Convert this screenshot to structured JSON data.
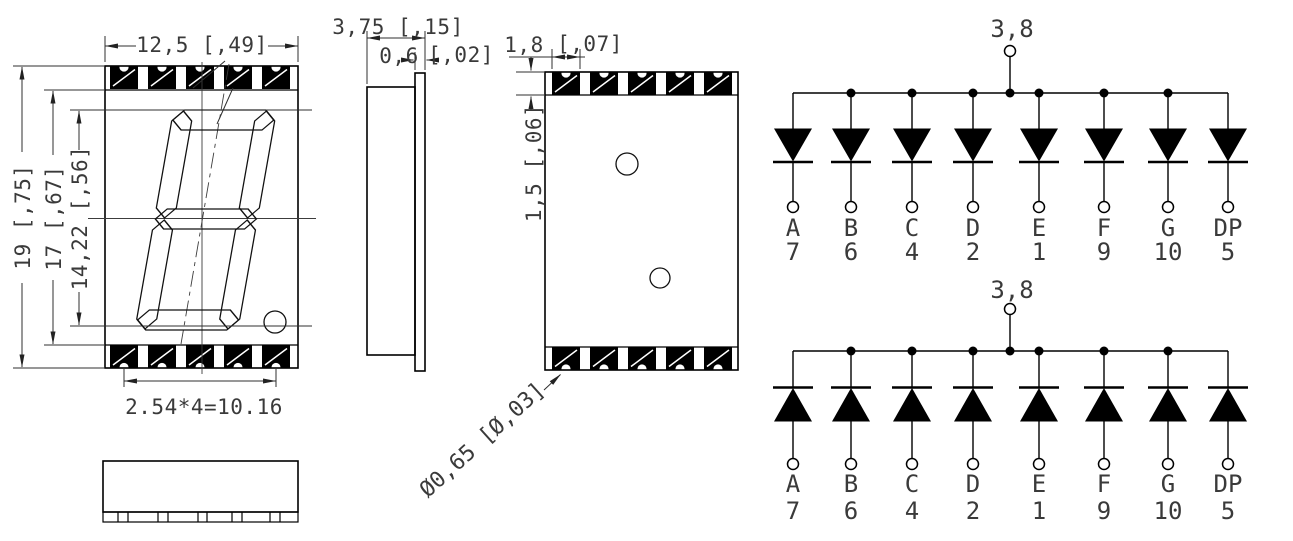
{
  "drawing": {
    "front_view": {
      "dim_width": "12,5 [,49]",
      "dim_height_overall": "19 [,75]",
      "dim_height_body": "17 [,67]",
      "dim_height_digit": "14,22 [,56]",
      "dim_pad_pitch": "2.54*4=10.16"
    },
    "side_view": {
      "dim_depth": "3,75 [,15]",
      "dim_board_mm": "0,6",
      "dim_board_in": "[,02]"
    },
    "back_view": {
      "dim_pad_width_mm": "1,8",
      "dim_pad_width_in": "[,07]",
      "dim_pad_height": "1,5 [,06]",
      "dim_notch": "Ø0,65 [Ø,03]"
    }
  },
  "schematics": {
    "top_common_pins": "3,8",
    "bottom_common_pins": "3,8",
    "pins": [
      {
        "letter": "A",
        "number": "7"
      },
      {
        "letter": "B",
        "number": "6"
      },
      {
        "letter": "C",
        "number": "4"
      },
      {
        "letter": "D",
        "number": "2"
      },
      {
        "letter": "E",
        "number": "1"
      },
      {
        "letter": "F",
        "number": "9"
      },
      {
        "letter": "G",
        "number": "10"
      },
      {
        "letter": "DP",
        "number": "5"
      }
    ]
  }
}
